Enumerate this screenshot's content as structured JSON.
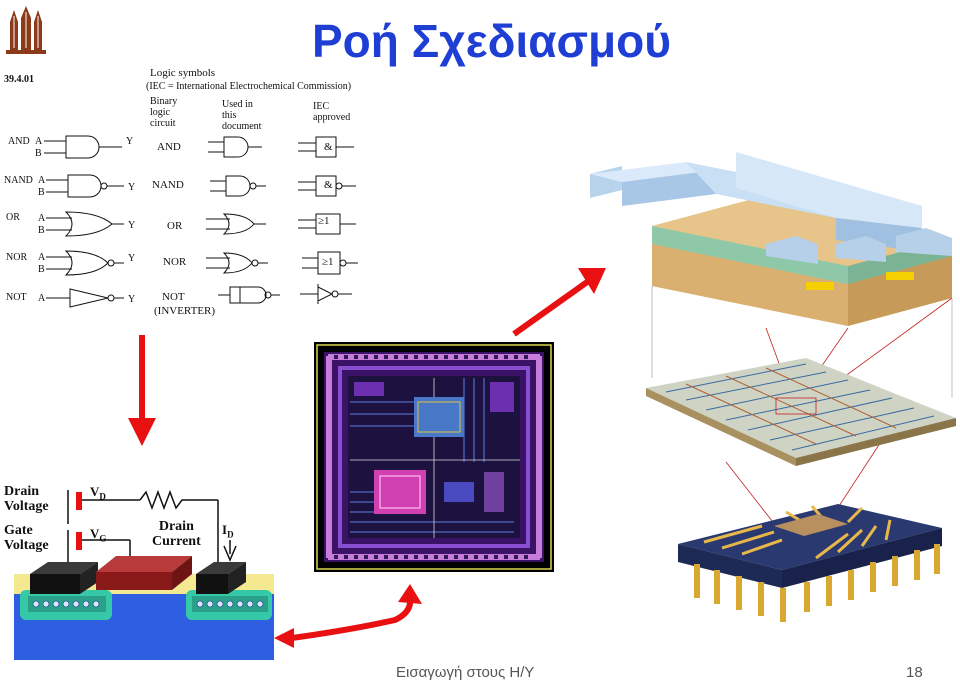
{
  "slide": {
    "title": "Ροή Σχεδιασμού",
    "footer": "Εισαγωγή στους Η/Υ",
    "page_number": "18"
  },
  "logic_table": {
    "date": "39.4.01",
    "heading_line1": "Logic symbols",
    "heading_line2": "(IEC = International Electrochemical Commission)",
    "col1": [
      "Binary",
      "logic",
      "circuit"
    ],
    "col2": [
      "Used in",
      "this",
      "document"
    ],
    "col3": [
      "IEC",
      "approved"
    ],
    "rows": [
      {
        "name": "AND",
        "inputs": [
          "A",
          "B"
        ],
        "output": "Y",
        "label": "AND",
        "iec": "&"
      },
      {
        "name": "NAND",
        "inputs": [
          "A",
          "B"
        ],
        "output": "Y",
        "label": "NAND",
        "iec": "&"
      },
      {
        "name": "OR",
        "inputs": [
          "A",
          "B"
        ],
        "output": "Y",
        "label": "OR",
        "iec": "≥1"
      },
      {
        "name": "NOR",
        "inputs": [
          "A",
          "B"
        ],
        "output": "Y",
        "label": "NOR",
        "iec": "≥1"
      },
      {
        "name": "NOT",
        "inputs": [
          "A"
        ],
        "output": "Y",
        "label": "NOT",
        "label2": "(INVERTER)",
        "iec": ""
      }
    ]
  },
  "transistor": {
    "drain_voltage": [
      "Drain",
      "Voltage"
    ],
    "gate_voltage": [
      "Gate",
      "Voltage"
    ],
    "vd": "V",
    "vd_sub": "D",
    "vg": "V",
    "vg_sub": "G",
    "drain_current": [
      "Drain",
      "Current"
    ],
    "id": "I",
    "id_sub": "D"
  },
  "colors": {
    "title": "#1f3fd4",
    "arrow": "#e81010",
    "substrate": "#2d5fe0",
    "layout_bg": "#2a0a4a"
  }
}
